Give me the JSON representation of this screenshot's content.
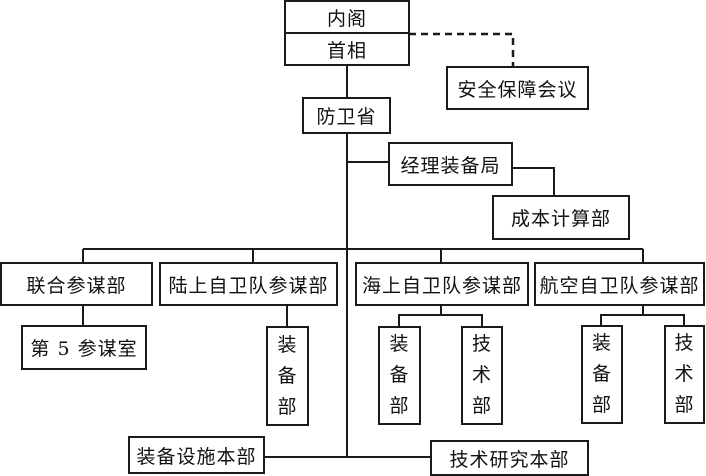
{
  "cabinet": {
    "top": "内阁",
    "bottom": "首相"
  },
  "security_council": "安全保障会议",
  "ministry": "防卫省",
  "finance_bureau": "经理装备局",
  "cost_dept": "成本计算部",
  "staffs": [
    {
      "label": "联合参谋部",
      "children": [
        "第 5 参谋室"
      ]
    },
    {
      "label": "陆上自卫队参谋部",
      "children": [
        "装备部"
      ]
    },
    {
      "label": "海上自卫队参谋部",
      "children": [
        "装备部",
        "技术部"
      ]
    },
    {
      "label": "航空自卫队参谋部",
      "children": [
        "装备部",
        "技术部"
      ]
    }
  ],
  "facilities_hq": "装备设施本部",
  "research_hq": "技术研究本部"
}
